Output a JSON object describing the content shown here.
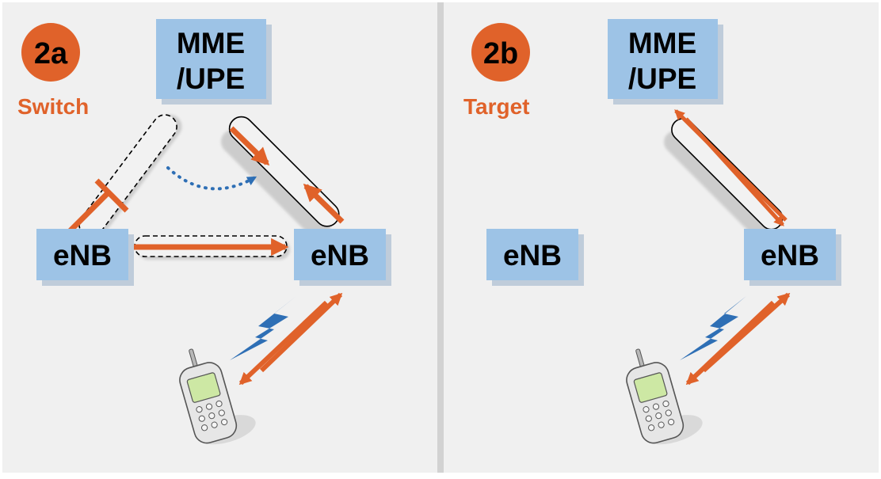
{
  "colors": {
    "accent": "#E0622A",
    "node_fill": "#9DC3E6",
    "panel_bg": "#F0F0F0",
    "wireless": "#2E6FB5"
  },
  "panel_a": {
    "badge": "2a",
    "label": "Switch",
    "mme_line1": "MME",
    "mme_line2": "/UPE",
    "enb_left": "eNB",
    "enb_right": "eNB"
  },
  "panel_b": {
    "badge": "2b",
    "label": "Target",
    "mme_line1": "MME",
    "mme_line2": "/UPE",
    "enb_left": "eNB",
    "enb_right": "eNB"
  }
}
